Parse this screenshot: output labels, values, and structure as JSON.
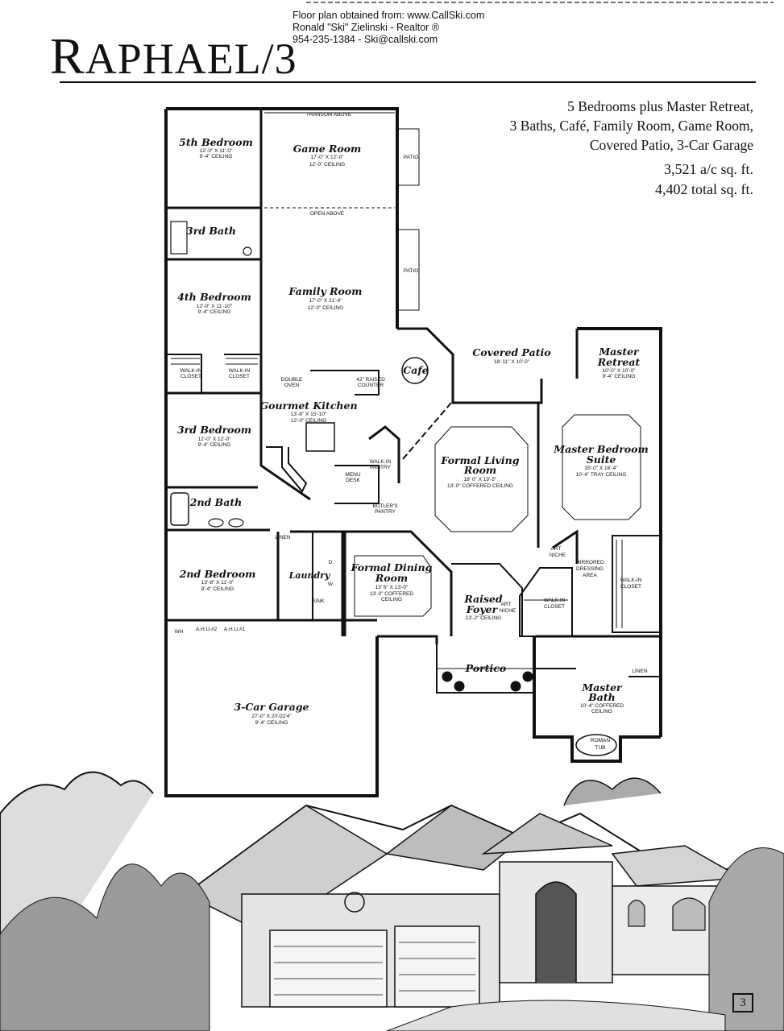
{
  "credit": {
    "line1": "Floor plan obtained from: www.CallSki.com",
    "line2": "Ronald \"Ski\" Zielinski - Realtor ®",
    "line3": "954-235-1384 - Ski@callski.com"
  },
  "title": {
    "initial": "R",
    "rest": "APHAEL/3"
  },
  "summary": {
    "line1": "5 Bedrooms plus Master Retreat,",
    "line2": "3 Baths, Café, Family Room, Game Room,",
    "line3": "Covered Patio, 3-Car Garage",
    "ac_sqft": "3,521 a/c sq. ft.",
    "total_sqft": "4,402 total sq. ft."
  },
  "rooms": {
    "bed5": {
      "name": "5th Bedroom",
      "dim": "12'-0\" X 11'-0\"",
      "ceil": "9'-4\" CEILING"
    },
    "game": {
      "name": "Game Room",
      "dim": "17'-0\" X 12'-0\"",
      "ceil": "12'-0\" CEILING"
    },
    "bath3": {
      "name": "3rd Bath"
    },
    "bed4": {
      "name": "4th Bedroom",
      "dim": "12'-0\" X 11'-10\"",
      "ceil": "9'-4\" CEILING"
    },
    "family": {
      "name": "Family Room",
      "dim": "17'-0\" X 21'-4\"",
      "ceil": "12'-0\" CEILING"
    },
    "cafe": {
      "name": "Cafe"
    },
    "patio": {
      "name": "Covered Patio",
      "dim": "18'-11\" X 10'-0\""
    },
    "retreat": {
      "name1": "Master",
      "name2": "Retreat",
      "dim": "10'-0\" X 10'-0\"",
      "ceil": "9'-4\" CEILING"
    },
    "kitchen": {
      "name": "Gourmet Kitchen",
      "dim": "13'-8\" X 15'-10\"",
      "ceil": "12'-0\" CEILING"
    },
    "bed3": {
      "name": "3rd Bedroom",
      "dim": "12'-0\" X 12'-0\"",
      "ceil": "9'-4\" CEILING"
    },
    "living": {
      "name1": "Formal Living",
      "name2": "Room",
      "dim": "18' 0\" X 19'-5\"",
      "ceil": "13'-0\" COFFERED CEILING"
    },
    "mbr": {
      "name1": "Master Bedroom",
      "name2": "Suite",
      "dim": "15'-0\" X 16'-4\"",
      "ceil": "10'-4\" TRAY CEILING"
    },
    "bath2": {
      "name": "2nd Bath"
    },
    "bed2": {
      "name": "2nd Bedroom",
      "dim": "13'-8\" X 11'-0\"",
      "ceil": "9'-4\" CEILING"
    },
    "laundry": {
      "name": "Laundry"
    },
    "dining": {
      "name1": "Formal Dining",
      "name2": "Room",
      "dim": "13' 6\" X 13'-0\"",
      "ceil1": "13'-0\" COFFERED",
      "ceil2": "CEILING"
    },
    "foyer": {
      "name1": "Raised",
      "name2": "Foyer",
      "dim": "13'-2\" CEILING"
    },
    "portico": {
      "name": "Portico"
    },
    "garage": {
      "name": "3-Car Garage",
      "dim": "27'-0\" X 20'/22'4\"",
      "ceil": "9'-4\" CEILING"
    },
    "mbath": {
      "name1": "Master",
      "name2": "Bath",
      "ceil1": "10'-4\" COFFERED",
      "ceil2": "CEILING"
    }
  },
  "labels": {
    "transom": "TRANSOM ABOVE",
    "open_above": "OPEN ABOVE",
    "patio": "PATIO",
    "walkin": "WALK-IN",
    "closet": "CLOSET",
    "double": "DOUBLE",
    "oven": "OVEN",
    "raised_counter1": "42\" RAISED",
    "raised_counter2": "COUNTER",
    "pantry1": "WALK-IN",
    "pantry2": "PANTRY",
    "menu1": "MENU",
    "menu2": "DESK",
    "butlers1": "BUTLER'S",
    "butlers2": "PANTRY",
    "linen": "LINEN",
    "sink": "SINK",
    "w": "W",
    "d": "D",
    "art": "ART",
    "niche": "NICHE",
    "mirrored1": "MIRRORED",
    "mirrored2": "DRESSING",
    "mirrored3": "AREA",
    "wh": "WH",
    "ahu2": "A.H.U.#2",
    "ahu1": "A.H.U.#1",
    "roman1": "ROMAN",
    "roman2": "TUB"
  },
  "page_number": "3"
}
